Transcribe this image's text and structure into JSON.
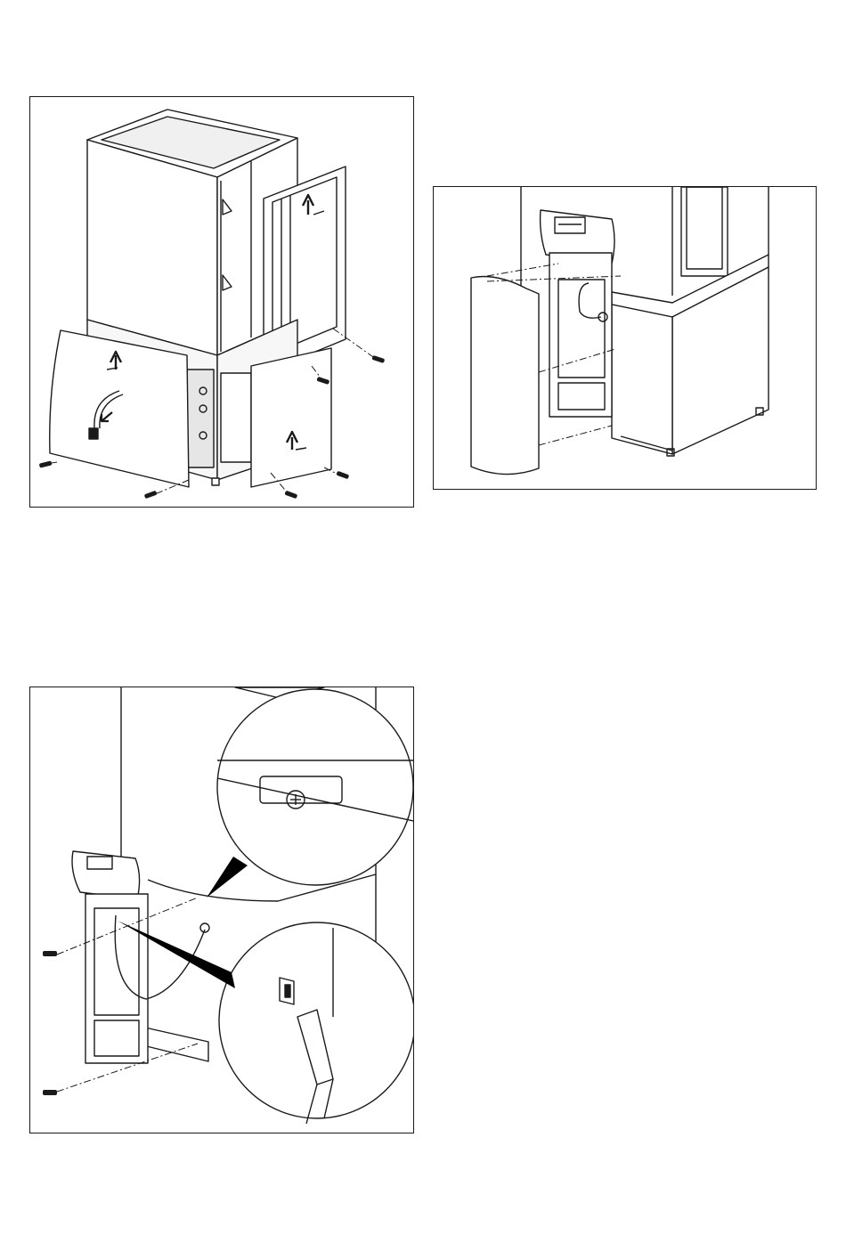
{
  "page": {
    "figures": [
      {
        "id": "fig1",
        "name": "remove-casing-panels",
        "icon": "screw-icon, arrow-up-icon"
      },
      {
        "id": "fig2",
        "name": "remove-control-cover",
        "icon": "control-unit-icon"
      },
      {
        "id": "fig3",
        "name": "mount-control-frame-detail",
        "icon": "magnifier-detail-icon"
      }
    ]
  },
  "colors": {
    "line": "#1a1a1a",
    "panel_fill": "#f4f4f4",
    "shade": "#d8d8d8",
    "dark": "#000000"
  }
}
